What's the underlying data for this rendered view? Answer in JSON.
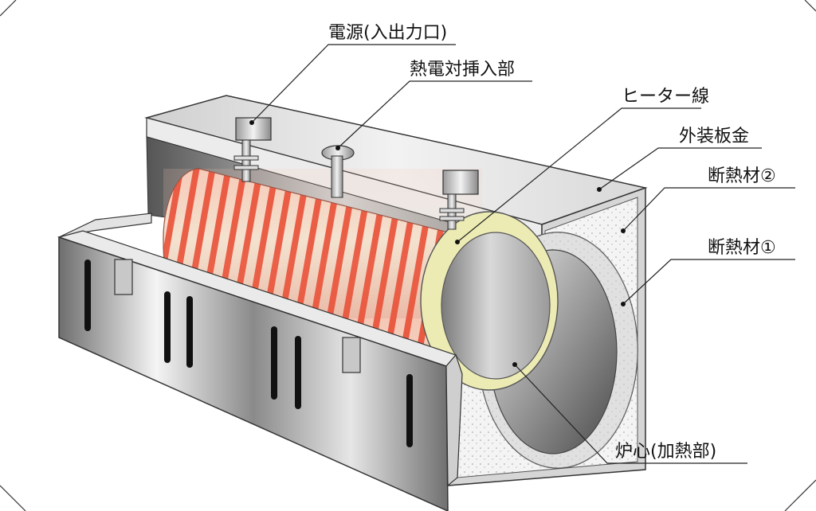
{
  "labels": {
    "power_terminal": "電源(入出力口)",
    "thermocouple_port": "熱電対挿入部",
    "heater_wire": "ヒーター線",
    "outer_sheet_metal": "外装板金",
    "insulation_2": "断熱材②",
    "insulation_1": "断熱材①",
    "furnace_core": "炉心(加熱部)"
  },
  "colors": {
    "heater_red": "#e8432a",
    "core_cream": "#ecebb4",
    "insulation_white": "#f4f4f4",
    "metal_dark": "#5a5a5a",
    "metal_light": "#efefef"
  }
}
